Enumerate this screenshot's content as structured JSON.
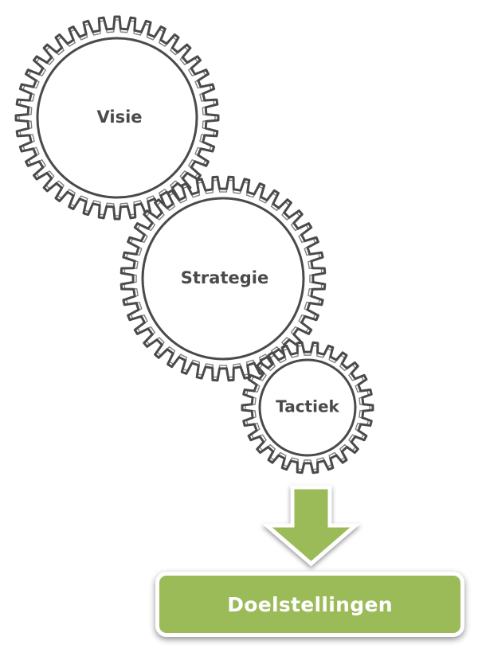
{
  "gears": [
    {
      "id": "visie",
      "label": "Visie"
    },
    {
      "id": "strategie",
      "label": "Strategie"
    },
    {
      "id": "tactiek",
      "label": "Tactiek"
    }
  ],
  "outcome": {
    "label": "Doelstellingen"
  },
  "colors": {
    "gear_stroke": "#4a4a4a",
    "gear_fill": "#ffffff",
    "label_text": "#4a4a4a",
    "accent_green": "#9bbb59",
    "arrow_border": "#ffffff"
  }
}
